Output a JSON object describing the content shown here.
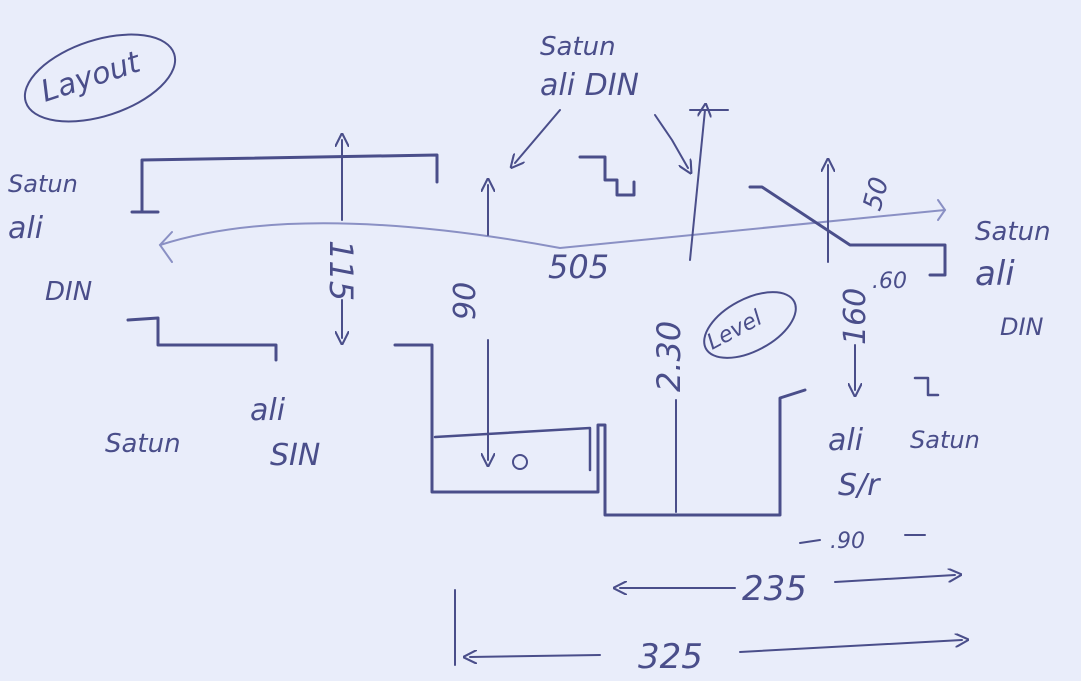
{
  "sketch": {
    "title": "Layout",
    "level_label": "Level",
    "colors": {
      "paper": "#e9edfa",
      "ink": "#4a4e8a",
      "light_ink": "#8a90c4"
    },
    "labels": {
      "left_top_1": "Satun",
      "left_top_2": "ali",
      "left_top_3": "DIN",
      "top_center_1": "Satun",
      "top_center_2": "ali DIN",
      "right_1": "Satun",
      "right_2": "ali",
      "right_3": "DIN",
      "left_bottom_1": "ali",
      "left_bottom_2": "SIN",
      "left_bottom_3": "Satun",
      "right_bottom_1": "ali",
      "right_bottom_2": "S/r",
      "right_bottom_3": "Satun"
    },
    "dimensions": {
      "d115": "115",
      "d90": "90",
      "d505": "505",
      "d230": "2.30",
      "d160": "160",
      "d50": "50",
      "d60": ".60",
      "d90b": ".90",
      "d235": "235",
      "d325": "325"
    }
  }
}
